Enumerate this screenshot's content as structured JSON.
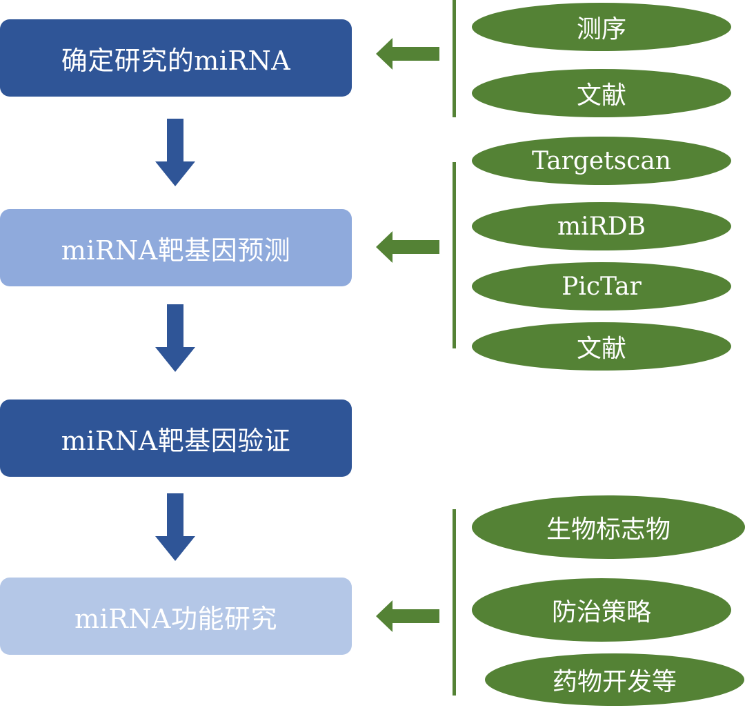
{
  "colors": {
    "dark_blue": "#2F5597",
    "mid_blue": "#8FAADC",
    "light_blue": "#B4C7E7",
    "green": "#548235",
    "arrow_blue": "#2F5597"
  },
  "steps": [
    {
      "label": "确定研究的miRNA"
    },
    {
      "label": "miRNA靶基因预测"
    },
    {
      "label": "miRNA靶基因验证"
    },
    {
      "label": "miRNA功能研究"
    }
  ],
  "sources": {
    "identify": [
      "测序",
      "文献"
    ],
    "predict": [
      "Targetscan",
      "miRDB",
      "PicTar",
      "文献"
    ],
    "function": [
      "生物标志物",
      "防治策略",
      "药物开发等"
    ]
  }
}
